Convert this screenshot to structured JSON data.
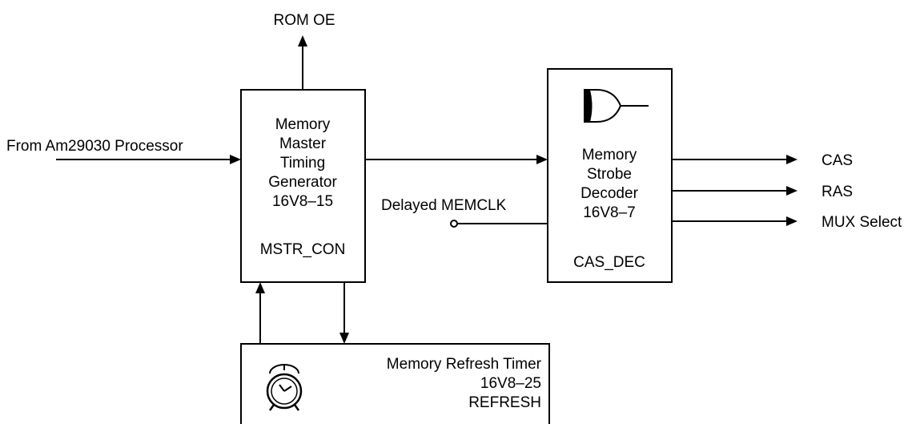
{
  "diagram": {
    "signals": {
      "rom_oe": "ROM OE",
      "processor_input": "From Am29030 Processor",
      "delayed_clock": "Delayed MEMCLK",
      "cas": "CAS",
      "ras": "RAS",
      "mux_select": "MUX Select"
    },
    "master_timing": {
      "line1": "Memory",
      "line2": "Master",
      "line3": "Timing",
      "line4": "Generator",
      "part": "16V8–15",
      "name": "MSTR_CON"
    },
    "strobe_decoder": {
      "line1": "Memory",
      "line2": "Strobe",
      "line3": "Decoder",
      "part": "16V8–7",
      "name": "CAS_DEC",
      "icon": "or-gate-icon"
    },
    "refresh_timer": {
      "line1": "Memory Refresh Timer",
      "part": "16V8–25",
      "name": "REFRESH",
      "icon": "alarm-clock-icon"
    }
  }
}
